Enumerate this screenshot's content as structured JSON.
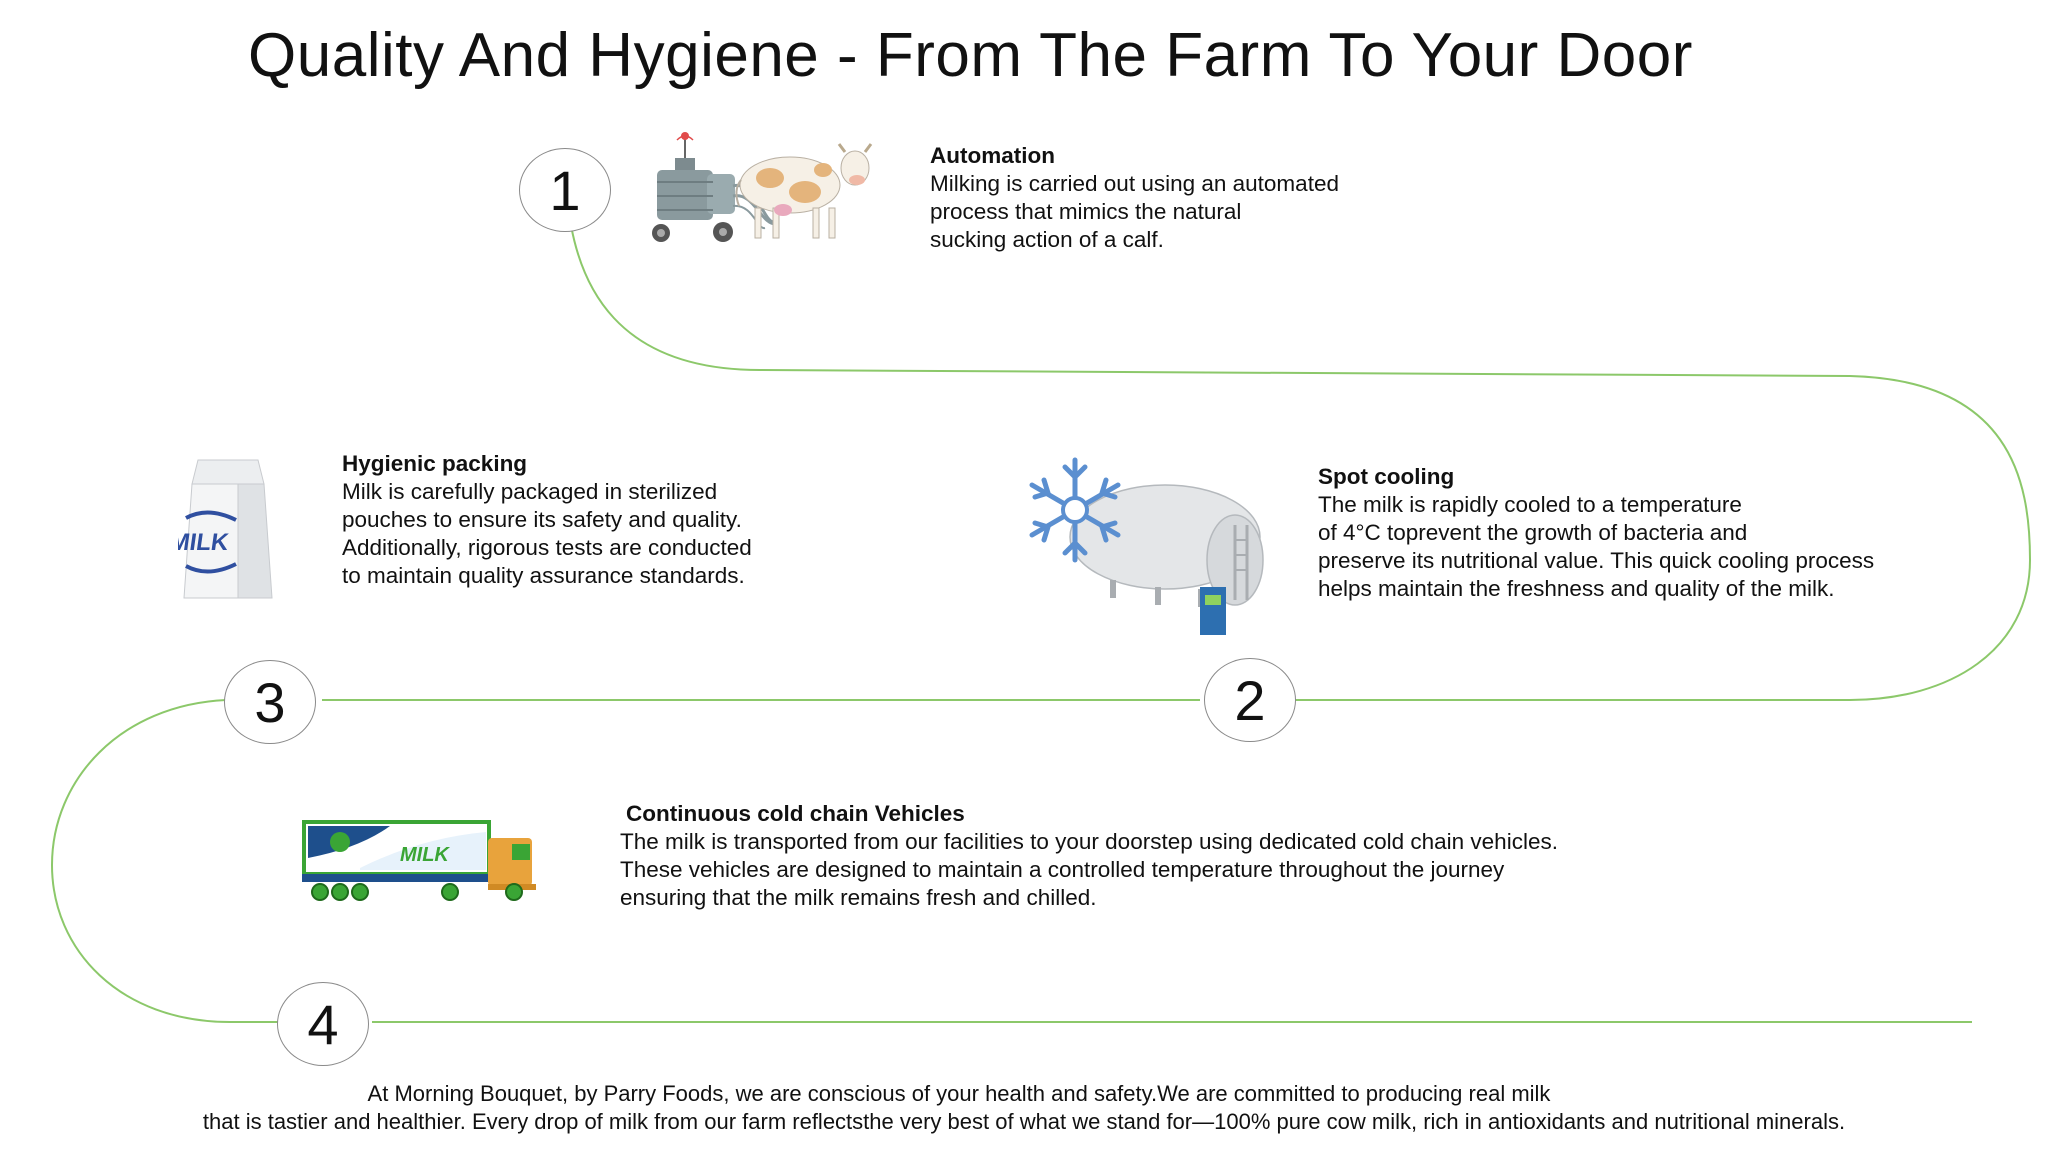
{
  "title": "Quality And Hygiene - From The Farm To Your Door",
  "steps": [
    {
      "number": "1",
      "heading": "Automation",
      "lines": [
        "Milking is carried out using an automated",
        "process that mimics the natural",
        "sucking action of a calf."
      ],
      "icon": "milking-machine-cow-icon"
    },
    {
      "number": "2",
      "heading": "Spot cooling",
      "lines": [
        "The milk is rapidly cooled to a temperature",
        "of 4°C toprevent the growth of bacteria and",
        "preserve its nutritional value. This quick cooling process",
        "helps maintain the freshness and quality of the milk."
      ],
      "icon": "cooling-tank-snowflake-icon"
    },
    {
      "number": "3",
      "heading": "Hygienic packing",
      "lines": [
        "Milk is carefully packaged in sterilized",
        "pouches  to ensure its safety and quality.",
        "Additionally, rigorous tests are conducted",
        "to maintain quality assurance standards."
      ],
      "icon": "milk-carton-icon",
      "carton_label": "MILK"
    },
    {
      "number": "4",
      "heading": "Continuous cold chain Vehicles",
      "lines": [
        "The milk is transported from our facilities to your doorstep using dedicated cold chain vehicles.",
        "These vehicles are designed to maintain a controlled temperature throughout the journey",
        "ensuring that the milk remains fresh and chilled."
      ],
      "icon": "milk-truck-icon",
      "truck_label": "MILK"
    }
  ],
  "footer": {
    "line1": "At Morning Bouquet, by Parry Foods, we are conscious of your health and safety.We are committed to producing real milk",
    "line2": "that is tastier and healthier. Every drop of milk from our farm reflectsthe very best of what we stand for—100% pure cow milk, rich in antioxidants and nutritional minerals."
  },
  "colors": {
    "path": "#8cc86a",
    "circle_border": "#8a8a8a",
    "snowflake": "#5b8fd0",
    "carton_text": "#2f4fa0",
    "truck_green": "#3aa535",
    "truck_cab": "#e8a33c"
  }
}
